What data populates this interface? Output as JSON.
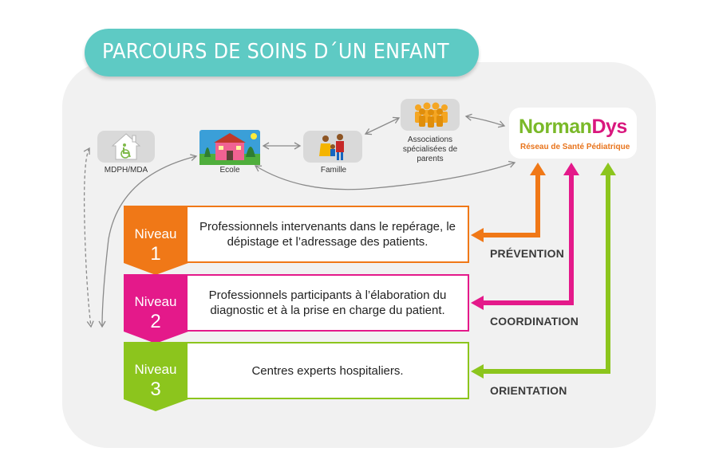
{
  "title": "PARCOURS DE SOINS D´UN ENFANT",
  "nodes": {
    "mdph": "MDPH/MDA",
    "ecole": "Ecole",
    "famille": "Famille",
    "associations": "Associations spécialisées de parents"
  },
  "logo": {
    "part1": "Norman",
    "part2": "Dys",
    "subtitle": "Réseau de Santé Pédiatrique"
  },
  "levels": [
    {
      "word": "Niveau",
      "number": "1",
      "text": "Professionnels intervenants dans le repérage, le dépistage et l’adressage des patients.",
      "role": "PRÉVENTION",
      "color": "#f07817"
    },
    {
      "word": "Niveau",
      "number": "2",
      "text": "Professionnels participants à l’élaboration du diagnostic et à la prise en charge du patient.",
      "role": "COORDINATION",
      "color": "#e4198a"
    },
    {
      "word": "Niveau",
      "number": "3",
      "text": "Centres experts hospitaliers.",
      "role": "ORIENTATION",
      "color": "#8cc51d"
    }
  ],
  "colors": {
    "title_bg": "#5ecac4",
    "logo_green": "#7ab929",
    "logo_pink": "#d9177e",
    "logo_orange": "#e8741c"
  }
}
